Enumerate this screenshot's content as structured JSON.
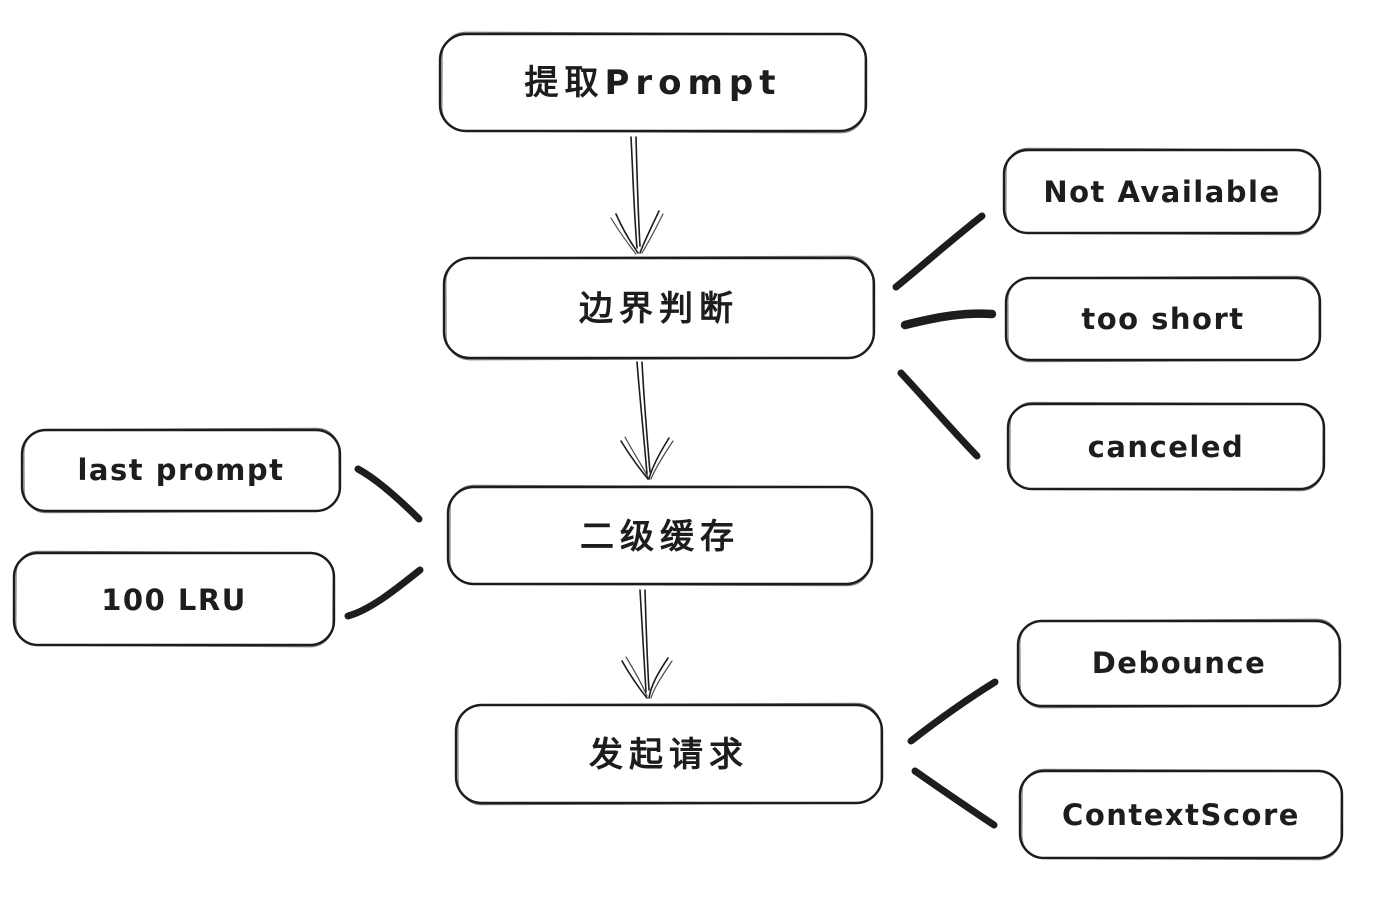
{
  "diagram": {
    "style": "hand-drawn-flowchart",
    "colors": {
      "background": "#ffffff",
      "stroke": "#1d1d1d",
      "node_fill": "#ffffff"
    },
    "nodes": {
      "extract_prompt": {
        "label": "提取Prompt"
      },
      "boundary_check": {
        "label": "边界判断"
      },
      "l2_cache": {
        "label": "二级缓存"
      },
      "send_request": {
        "label": "发起请求"
      },
      "not_available": {
        "label": "Not Available"
      },
      "too_short": {
        "label": "too short"
      },
      "canceled": {
        "label": "canceled"
      },
      "last_prompt": {
        "label": "last prompt"
      },
      "lru_100": {
        "label": "100 LRU"
      },
      "debounce": {
        "label": "Debounce"
      },
      "context_score": {
        "label": "ContextScore"
      }
    },
    "edges": [
      {
        "from": "extract_prompt",
        "to": "boundary_check",
        "type": "arrow"
      },
      {
        "from": "boundary_check",
        "to": "l2_cache",
        "type": "arrow"
      },
      {
        "from": "l2_cache",
        "to": "send_request",
        "type": "arrow"
      },
      {
        "from": "boundary_check",
        "to": "not_available",
        "type": "stroke-link"
      },
      {
        "from": "boundary_check",
        "to": "too_short",
        "type": "stroke-link"
      },
      {
        "from": "boundary_check",
        "to": "canceled",
        "type": "stroke-link"
      },
      {
        "from": "last_prompt",
        "to": "l2_cache",
        "type": "stroke-link"
      },
      {
        "from": "lru_100",
        "to": "l2_cache",
        "type": "stroke-link"
      },
      {
        "from": "send_request",
        "to": "debounce",
        "type": "stroke-link"
      },
      {
        "from": "send_request",
        "to": "context_score",
        "type": "stroke-link"
      }
    ]
  }
}
